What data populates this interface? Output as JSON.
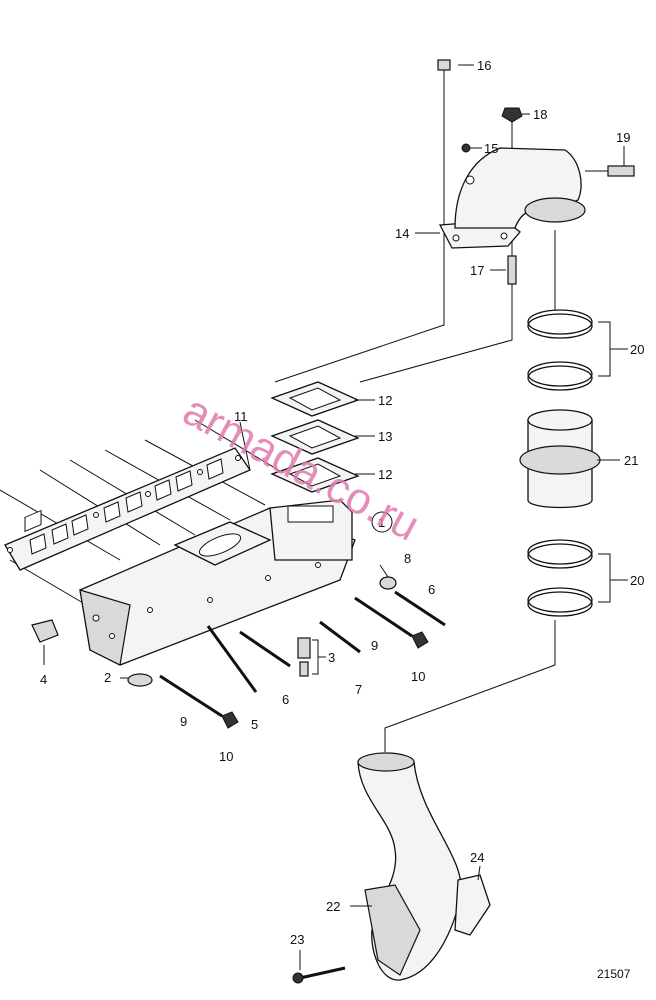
{
  "watermark": "armada.co.ru",
  "reference_number": "21507",
  "callouts": {
    "c1": "1",
    "c2": "2",
    "c3": "3",
    "c4": "4",
    "c5": "5",
    "c6a": "6",
    "c6b": "6",
    "c7": "7",
    "c8": "8",
    "c9a": "9",
    "c9b": "9",
    "c10a": "10",
    "c10b": "10",
    "c11": "11",
    "c12a": "12",
    "c12b": "12",
    "c13": "13",
    "c14": "14",
    "c15": "15",
    "c16": "16",
    "c17": "17",
    "c18": "18",
    "c19": "19",
    "c20a": "20",
    "c20b": "20",
    "c21": "21",
    "c22": "22",
    "c23": "23",
    "c24": "24"
  }
}
